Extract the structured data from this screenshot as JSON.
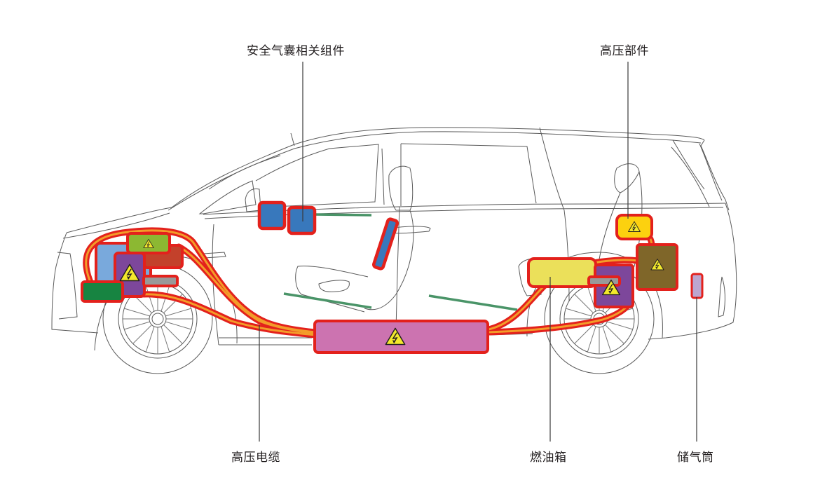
{
  "labels": {
    "airbag": "安全气囊相关组件",
    "hv_parts": "高压部件",
    "hv_cable": "高压电缆",
    "fuel_tank": "燃油箱",
    "gas_cylinder": "储气筒"
  },
  "colors": {
    "outline": "#e3211c",
    "cable_core": "#f39c29",
    "airbag_blue": "#3878bc",
    "battery_pink": "#cc73b0",
    "hv_purple": "#7d479b",
    "hv_green": "#8cb832",
    "light_blue": "#79a9dc",
    "dark_green": "#178441",
    "dark_red": "#c3412b",
    "gray": "#999999",
    "fuel_yellow": "#ebe05a",
    "hv_yellow": "#fcd10f",
    "brown": "#7f6629",
    "lavender": "#bca6cf",
    "seat_rail": "#4a9468",
    "warning_yellow": "#f3e92c"
  },
  "icons": [
    "high-voltage-warning-icon"
  ]
}
